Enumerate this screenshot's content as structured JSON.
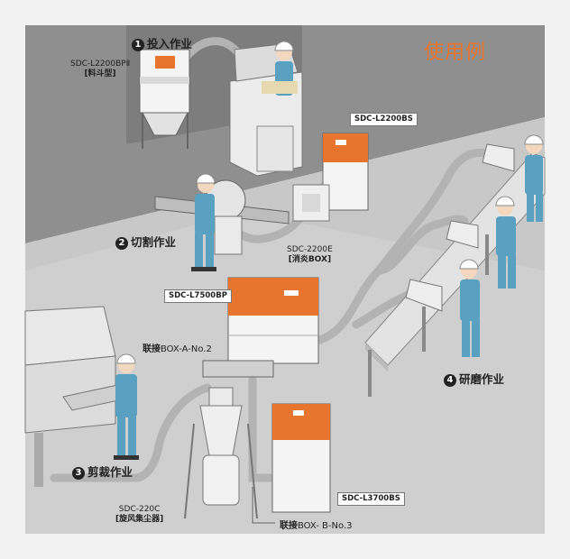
{
  "title": "使用例",
  "steps": [
    {
      "num": "1",
      "label": "投入作业"
    },
    {
      "num": "2",
      "label": "切割作业"
    },
    {
      "num": "3",
      "label": "剪裁作业"
    },
    {
      "num": "4",
      "label": "研磨作业"
    }
  ],
  "equipment": {
    "hopper": {
      "model": "SDC-L2200BPⅡ",
      "desc": "[料斗型]"
    },
    "l2200bs": {
      "model": "SDC-L2200BS"
    },
    "silencer": {
      "model": "SDC-2200E",
      "desc": "[消炎BOX]"
    },
    "l7500bp": {
      "model": "SDC-L7500BP"
    },
    "cyclone": {
      "model": "SDC-220C",
      "desc": "[旋风集尘器]"
    },
    "l3700bs": {
      "model": "SDC-L3700BS"
    }
  },
  "connectors": {
    "a": {
      "prefix": "联接",
      "name": "BOX-A-No.2"
    },
    "b": {
      "prefix": "联接",
      "name": "BOX- B-No.3"
    }
  },
  "colors": {
    "accent": "#e8752e",
    "floor": "#c9c9c9",
    "wall": "#9a9a9a",
    "machine": "#f4f4f4",
    "worker": "#5aa0c0",
    "duct": "#b5b5b5"
  }
}
